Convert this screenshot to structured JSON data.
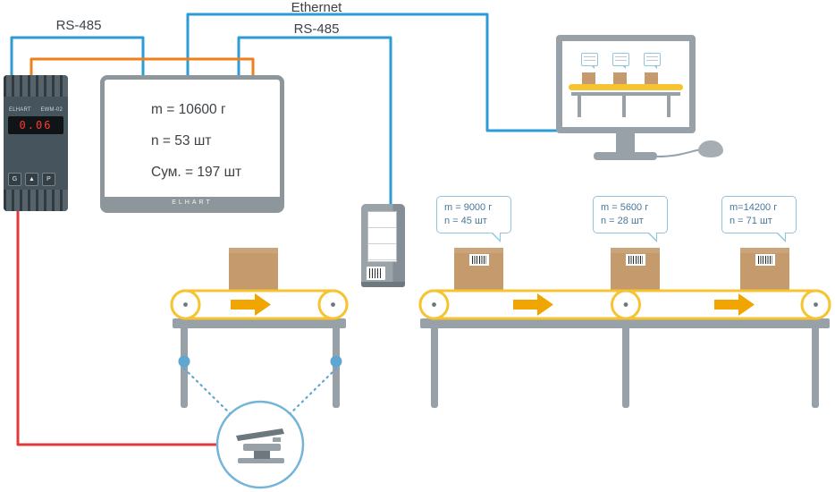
{
  "colors": {
    "blue": "#2d9bd5",
    "orange": "#ee7f1b",
    "red": "#e23a3a",
    "yellow": "#f6c331",
    "arrow": "#f0a500",
    "gray": "#98a1a7",
    "gray_dark": "#6d787e",
    "box": "#c59a6c",
    "bubble_border": "#90c4e0",
    "bubble_text": "#48789a",
    "panel_frame": "#8d969b",
    "module_body": "#46545d",
    "display_red": "#ff3a30",
    "load_dot": "#5fa7d1",
    "text": "#3c4247"
  },
  "connections": {
    "rs485_left": "RS-485",
    "ethernet": "Ethernet",
    "rs485_center": "RS-485"
  },
  "weighing_module": {
    "brand": "ELHART",
    "model": "EWM-02",
    "display_value": "0.06",
    "buttons": [
      "G",
      "▲",
      "P"
    ]
  },
  "indicator_panel": {
    "mass": "m = 10600 г",
    "count": "n = 53 шт",
    "total": "Сум. = 197 шт",
    "brand": "ELHART"
  },
  "box_labels": [
    {
      "mass": "m = 9000 г",
      "count": "n = 45 шт"
    },
    {
      "mass": "m = 5600 г",
      "count": "n = 28 шт"
    },
    {
      "mass": "m=14200 г",
      "count": "n = 71 шт"
    }
  ]
}
